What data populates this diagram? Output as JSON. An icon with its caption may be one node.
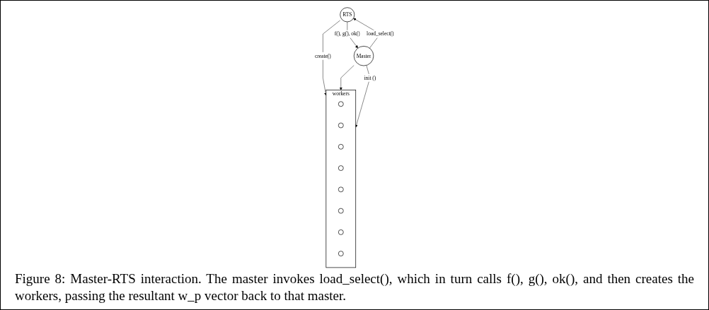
{
  "diagram": {
    "caption": "Figure 8: Master-RTS interaction. The master invokes load_select(), which in turn calls f(), g(), ok(), and then creates the workers, passing the resultant w_p vector back to that master.",
    "nodes": [
      {
        "text": [
          "RTS"
        ]
      },
      {
        "text": [
          "Master"
        ]
      },
      {
        "text": [
          "workers"
        ]
      },
      {
        "text": [],
        "shape": "circle",
        "in": 2
      },
      {
        "text": [],
        "shape": "circle",
        "in": 2
      },
      {
        "text": [],
        "shape": "circle",
        "in": 2
      },
      {
        "text": [],
        "shape": "circle",
        "in": 2
      },
      {
        "text": [],
        "shape": "circle",
        "in": 2
      },
      {
        "text": [],
        "shape": "circle",
        "in": 2
      },
      {
        "text": [],
        "shape": "circle",
        "in": 2
      },
      {
        "text": [],
        "shape": "circle",
        "in": 2
      }
    ],
    "edges": [
      {
        "from": 0,
        "to": 1,
        "label": "f(), g(), ok()",
        "arrow": "to"
      },
      {
        "from": 1,
        "to": 0,
        "label": "load_select()",
        "arrow": "to"
      },
      {
        "from": 0,
        "to": 2,
        "label": "create()",
        "arrow": "to"
      },
      {
        "from": 1,
        "to": 2,
        "arrow": "to"
      },
      {
        "from": 1,
        "to": 2,
        "label": "init ()",
        "arrow": "to"
      }
    ]
  }
}
